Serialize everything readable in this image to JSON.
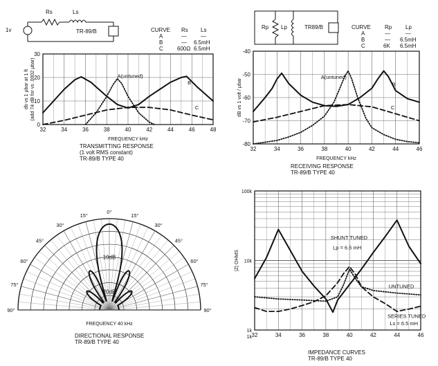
{
  "colors": {
    "ink": "#111111",
    "grid": "#666666",
    "paper": "#ffffff"
  },
  "schematics": {
    "tx": {
      "rs": "Rs",
      "ls": "Ls",
      "source": "1v",
      "transducer": "TR-89/B",
      "table": {
        "header": [
          "CURVE",
          "Rs",
          "Ls"
        ],
        "rows": [
          [
            "A",
            "—",
            "—"
          ],
          [
            "B",
            "—",
            "6.5mH"
          ],
          [
            "C",
            "600Ω",
            "6.5mH"
          ]
        ]
      }
    },
    "rx": {
      "rp": "Rp",
      "lp": "Lp",
      "transducer": "TR89/B",
      "table": {
        "header": [
          "CURVE",
          "Rp",
          "Lp"
        ],
        "rows": [
          [
            "A",
            "—",
            "—"
          ],
          [
            "B",
            "—",
            "6.5mH"
          ],
          [
            "C",
            "6K",
            "6.5mH"
          ]
        ]
      }
    }
  },
  "captions": {
    "tx": [
      "TRANSMITTING RESPONSE",
      "(1 volt RMS constant)",
      "TR-89/B TYPE 40"
    ],
    "rx": [
      "RECEIVING RESPONSE",
      "TR-89/B TYPE 40"
    ],
    "dir": [
      "DIRECTIONAL RESPONSE",
      "TR-89/B TYPE 40"
    ],
    "imp": [
      "IMPEDANCE CURVES",
      "TR-89/B TYPE 40"
    ]
  },
  "chart_data": [
    {
      "id": "tx",
      "type": "line",
      "xlabel": "FREQUENCY kHz",
      "ylabel": "db vs 1 μbar at 1 ft",
      "ylabel2": "(add 74 dB for vs .0002 μbar)",
      "xlim": [
        32,
        48
      ],
      "ylim": [
        0,
        30
      ],
      "xticks": [
        32,
        34,
        36,
        38,
        40,
        42,
        44,
        46,
        48
      ],
      "yticks": [
        0,
        10,
        20,
        30
      ],
      "grid": true,
      "series": [
        {
          "name": "A(untuned)",
          "style": "dotted",
          "x": [
            36,
            37,
            38,
            38.6,
            39,
            39.4,
            40,
            41,
            42,
            42.5
          ],
          "y": [
            0,
            5,
            12,
            17,
            19.5,
            17.5,
            12,
            5,
            1,
            0
          ]
        },
        {
          "name": "B",
          "style": "solid",
          "x": [
            32,
            33,
            34,
            35,
            35.6,
            36.5,
            38,
            39,
            40,
            41,
            42,
            43,
            44,
            45,
            45.5,
            46.5,
            47.5,
            48
          ],
          "y": [
            5,
            10,
            15,
            19,
            20.3,
            18,
            12,
            8.5,
            7,
            8.5,
            12,
            15,
            18,
            20,
            20.5,
            16,
            12,
            10
          ]
        },
        {
          "name": "C",
          "style": "dashed",
          "x": [
            32,
            34,
            36,
            38,
            40,
            42,
            44,
            46,
            48
          ],
          "y": [
            0,
            1.8,
            4,
            6.2,
            7.3,
            7.3,
            6.2,
            4,
            2
          ]
        }
      ],
      "annotations": [
        {
          "text": "A(untuned)",
          "x": 39,
          "y": 19.8
        },
        {
          "text": "B",
          "x": 45.6,
          "y": 17
        },
        {
          "text": "C",
          "x": 46.3,
          "y": 6.5
        }
      ]
    },
    {
      "id": "rx",
      "type": "line",
      "xlabel": "FREQUENCY kHz",
      "ylabel": "dB vs 1 volt / μbar",
      "xlim": [
        32,
        46
      ],
      "ylim": [
        -80,
        -40
      ],
      "xticks": [
        32,
        34,
        36,
        38,
        40,
        42,
        44,
        46
      ],
      "yticks": [
        -40,
        -50,
        -60,
        -70,
        -80
      ],
      "grid": true,
      "series": [
        {
          "name": "A(untuned)",
          "style": "dotted",
          "x": [
            32,
            34,
            35,
            36,
            37,
            38,
            38.8,
            39.3,
            39.7,
            40,
            40.3,
            40.8,
            41.5,
            42,
            43,
            44,
            45,
            46
          ],
          "y": [
            -80,
            -78.5,
            -77,
            -75,
            -72,
            -68,
            -62,
            -56,
            -51,
            -48.5,
            -52,
            -60,
            -69,
            -73,
            -76,
            -78,
            -79,
            -79.5
          ]
        },
        {
          "name": "B",
          "style": "solid",
          "x": [
            32,
            33,
            33.6,
            34,
            34.4,
            35,
            36,
            37,
            38,
            39,
            40,
            41,
            42,
            42.5,
            43,
            43.4,
            44,
            45,
            46
          ],
          "y": [
            -66,
            -60,
            -56,
            -52,
            -49.5,
            -54,
            -59,
            -62,
            -63.5,
            -63.8,
            -63,
            -60,
            -56,
            -52,
            -48.5,
            -51,
            -57,
            -60.5,
            -62
          ]
        },
        {
          "name": "C",
          "style": "dashed",
          "x": [
            32,
            34,
            36,
            38,
            40,
            42,
            44,
            46
          ],
          "y": [
            -70.5,
            -68.5,
            -66,
            -63.5,
            -63,
            -64,
            -67,
            -70
          ]
        }
      ],
      "annotations": [
        {
          "text": "A(untuned)",
          "x": 37.7,
          "y": -52
        },
        {
          "text": "B",
          "x": 43.7,
          "y": -55
        },
        {
          "text": "C",
          "x": 43.6,
          "y": -65
        }
      ]
    },
    {
      "id": "dir",
      "type": "polar",
      "xlabel": "FREQUENCY 40 kHz",
      "angle_ticks": [
        "90°",
        "75°",
        "60°",
        "45°",
        "30°",
        "15°",
        "0°",
        "15°",
        "30°",
        "45°",
        "60°",
        "75°",
        "90°"
      ],
      "radial_labels": [
        "10dB",
        "20dB"
      ],
      "series": [
        {
          "name": "pattern",
          "style": "solid"
        }
      ]
    },
    {
      "id": "imp",
      "type": "line",
      "yscale": "log",
      "ylabel": "|Z| OHMS",
      "xlim": [
        32,
        46
      ],
      "ylim": [
        1000,
        100000
      ],
      "xticks": [
        32,
        34,
        36,
        38,
        40,
        42,
        44,
        46
      ],
      "ytick_labels": [
        "1k",
        "1k",
        "10k",
        "100k"
      ],
      "grid": true,
      "series": [
        {
          "name": "SHUNT TUNED",
          "style": "solid",
          "x": [
            32,
            33,
            34,
            35,
            36,
            37,
            38,
            38.6,
            39,
            40,
            41,
            42,
            43,
            44,
            45,
            46
          ],
          "y": [
            5500,
            11000,
            28000,
            14000,
            7000,
            4300,
            2800,
            1800,
            2700,
            4500,
            7500,
            13000,
            22000,
            38000,
            16000,
            9000
          ]
        },
        {
          "name": "UNTUNED",
          "style": "dotted",
          "x": [
            32,
            34,
            36,
            38,
            39,
            39.5,
            40,
            40.5,
            41,
            42,
            44,
            46
          ],
          "y": [
            3000,
            2800,
            2700,
            2600,
            3000,
            4500,
            7500,
            5500,
            4200,
            3700,
            3400,
            3200
          ]
        },
        {
          "name": "SERIES TUNED",
          "style": "dashed",
          "x": [
            32,
            33,
            34,
            35,
            36,
            37,
            38,
            39,
            39.5,
            40,
            40.5,
            41,
            42,
            43,
            44,
            45,
            46
          ],
          "y": [
            2100,
            1850,
            1850,
            2000,
            2250,
            2550,
            3100,
            4800,
            6500,
            8200,
            6300,
            4200,
            3000,
            2400,
            1850,
            2000,
            2200
          ]
        }
      ],
      "annotations": [
        {
          "text": "SHUNT TUNED",
          "x": 38.4,
          "y": 20000
        },
        {
          "text": "Lp = 6.5 mH",
          "x": 38.6,
          "y": 14500
        },
        {
          "text": "UNTUNED",
          "x": 43.3,
          "y": 4000
        },
        {
          "text": "SERIES TUNED",
          "x": 43.2,
          "y": 1500
        },
        {
          "text": "Ls = 6.5 mH",
          "x": 43.4,
          "y": 1170
        }
      ]
    }
  ]
}
